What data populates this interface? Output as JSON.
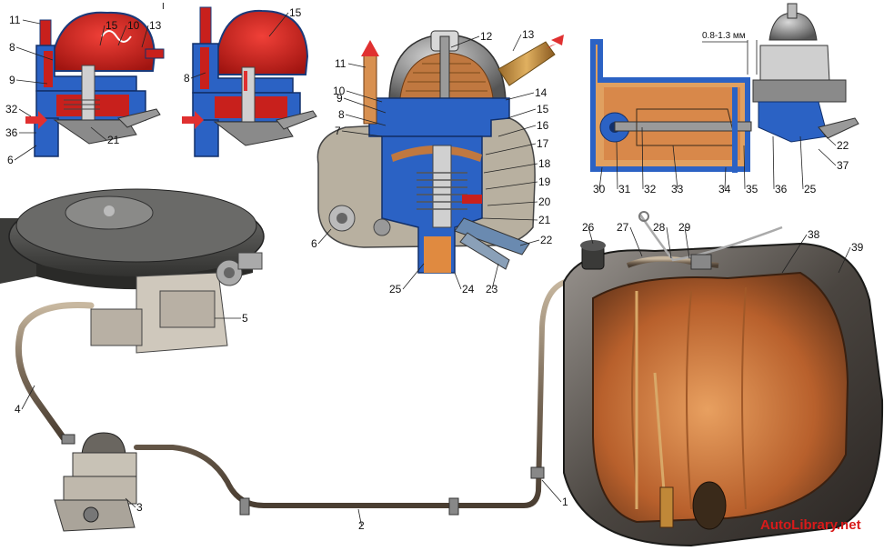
{
  "diagram": {
    "inset_mark": "I",
    "gap_label": "0.8-1.3 мм",
    "watermark": "AutoLibrary.net",
    "callouts": [
      "1",
      "2",
      "3",
      "4",
      "5",
      "6",
      "7",
      "8",
      "9",
      "10",
      "11",
      "12",
      "13",
      "14",
      "15",
      "16",
      "17",
      "18",
      "19",
      "20",
      "21",
      "22",
      "23",
      "24",
      "25",
      "26",
      "27",
      "28",
      "29",
      "30",
      "31",
      "32",
      "33",
      "34",
      "35",
      "36",
      "37",
      "38",
      "39"
    ],
    "colors": {
      "fuel": "#c8201c",
      "housing": "#2b62c4",
      "metal": "#8a8a8a",
      "tank": "#5a5550",
      "tank_inner": "#c07038"
    }
  }
}
